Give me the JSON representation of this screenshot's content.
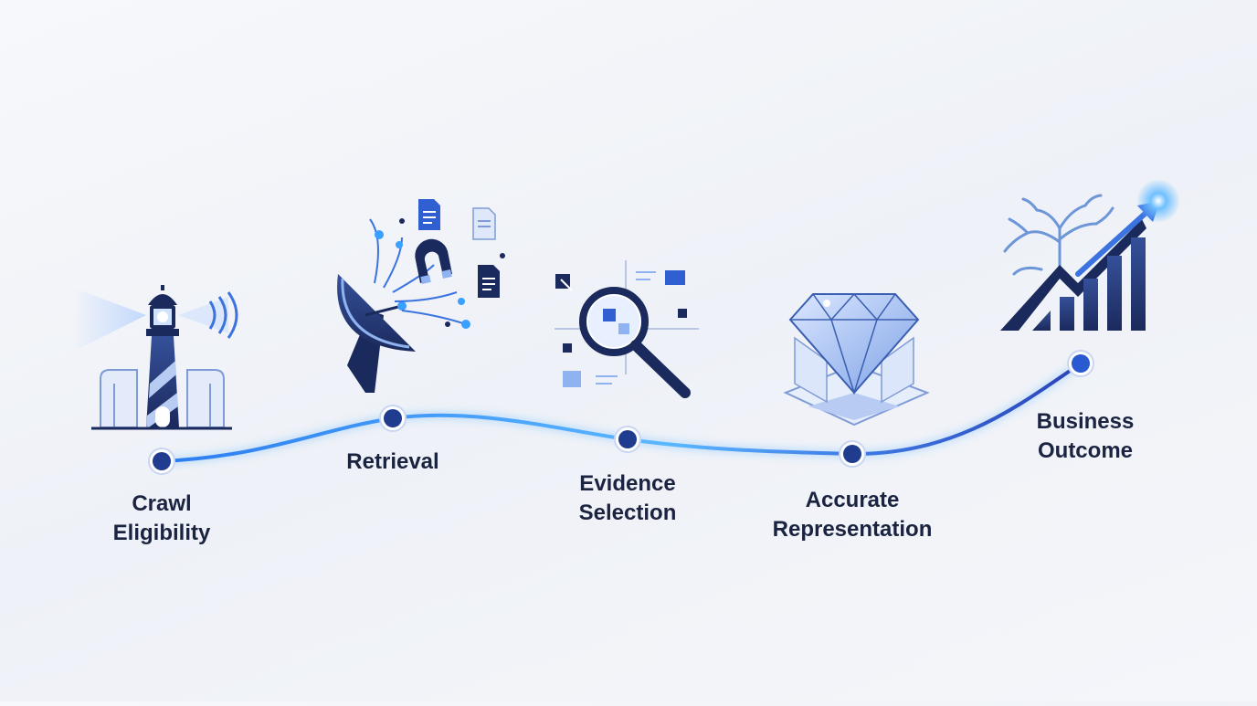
{
  "stages": [
    {
      "id": "crawl",
      "label_lines": [
        "Crawl",
        "Eligibility"
      ],
      "icon": "lighthouse-icon"
    },
    {
      "id": "retrieval",
      "label_lines": [
        "Retrieval"
      ],
      "icon": "satellite-dish-magnet-icon"
    },
    {
      "id": "evidence",
      "label_lines": [
        "Evidence",
        "Selection"
      ],
      "icon": "magnifying-glass-icon"
    },
    {
      "id": "accurate",
      "label_lines": [
        "Accurate",
        "Representation"
      ],
      "icon": "diamond-icon"
    },
    {
      "id": "business",
      "label_lines": [
        "Business",
        "Outcome"
      ],
      "icon": "growth-chart-tree-icon"
    }
  ],
  "colors": {
    "navy": "#1b2a5c",
    "blue": "#2f5fd0",
    "light_blue": "#8fb3f0",
    "glow": "#3aa0ff",
    "text": "#1a2340"
  }
}
